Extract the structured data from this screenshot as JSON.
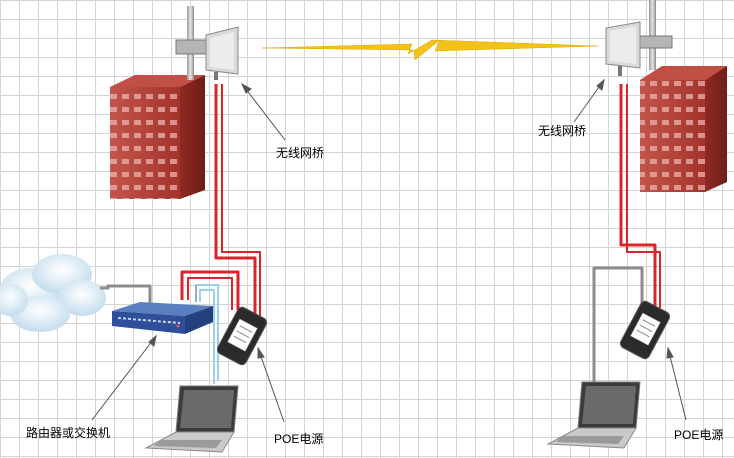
{
  "labels": {
    "bridge_left": "无线网桥",
    "bridge_right": "无线网桥",
    "router": "路由器或交换机",
    "poe_left": "POE电源",
    "poe_right": "POE电源"
  },
  "colors": {
    "ethernet_cable": "#d8242b",
    "grey_cable": "#8c8c8c",
    "blue_cable": "#9ad0ec",
    "building": "#b33a32",
    "wireless_link": "#f2c21a"
  }
}
